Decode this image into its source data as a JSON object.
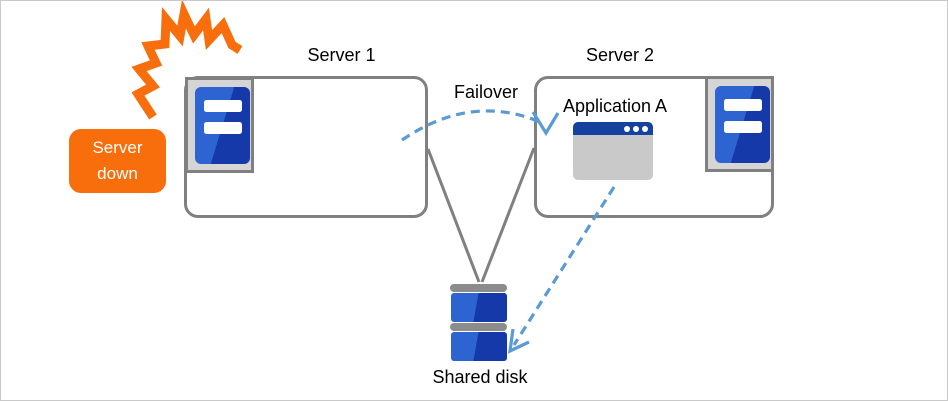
{
  "nodes": {
    "server1": {
      "label": "Server 1"
    },
    "server2": {
      "label": "Server 2"
    },
    "application": {
      "label": "Application A"
    },
    "shared_disk": {
      "label": "Shared disk"
    }
  },
  "annotations": {
    "failover": {
      "label": "Failover"
    },
    "server_down": {
      "label": "Server down"
    }
  },
  "icons": {
    "server1": "server-tower-icon",
    "server2": "server-tower-icon",
    "application": "app-window-icon",
    "shared_disk": "disk-stack-icon",
    "failure": "crash-burst-icon"
  },
  "colors": {
    "accent_orange": "#F86D0C",
    "server_blue": "#2E63D2",
    "server_blue_dark": "#1539A8",
    "box_border_gray": "#808080",
    "dashed_blue": "#5B9BD5",
    "icon_frame_gray": "#D5D5D5",
    "disk_bar_gray": "#8C8C8C",
    "window_body_gray": "#C9C9C9",
    "window_titlebar_blue": "#15429F",
    "canvas_border": "#C9C9C9"
  }
}
